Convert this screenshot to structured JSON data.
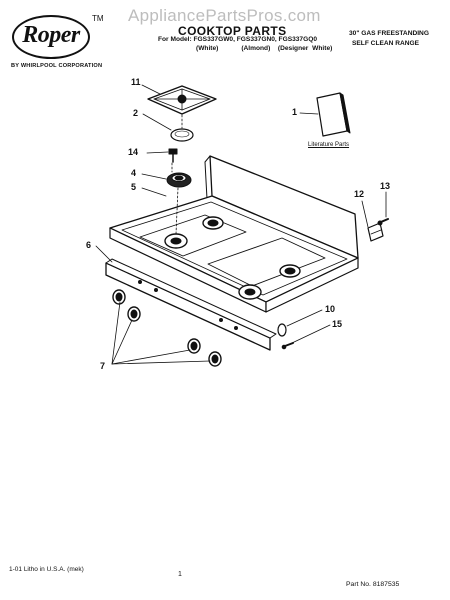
{
  "brand": {
    "logo": "Roper",
    "trademark": "TM",
    "corporation": "BY WHIRLPOOL CORPORATION"
  },
  "watermark": "AppliancePartsPros.com",
  "header": {
    "title": "COOKTOP PARTS",
    "models_line": "For Model: FGS337GW0, FGS337GN0, FGS337GQ0",
    "colors_line": "(White)      (Almond)  (Designer White)",
    "range_line1": "30\" GAS FREESTANDING",
    "range_line2": "SELF CLEAN RANGE"
  },
  "callouts": {
    "c1": "1",
    "c2": "2",
    "c4": "4",
    "c5": "5",
    "c6": "6",
    "c7": "7",
    "c10": "10",
    "c11": "11",
    "c12": "12",
    "c13": "13",
    "c14": "14",
    "c15": "15"
  },
  "literature_label": "Literature Parts",
  "footer": {
    "left": "1-01 Litho in U.S.A. (mek)",
    "page": "1",
    "part_number": "Part No. 8187535"
  }
}
